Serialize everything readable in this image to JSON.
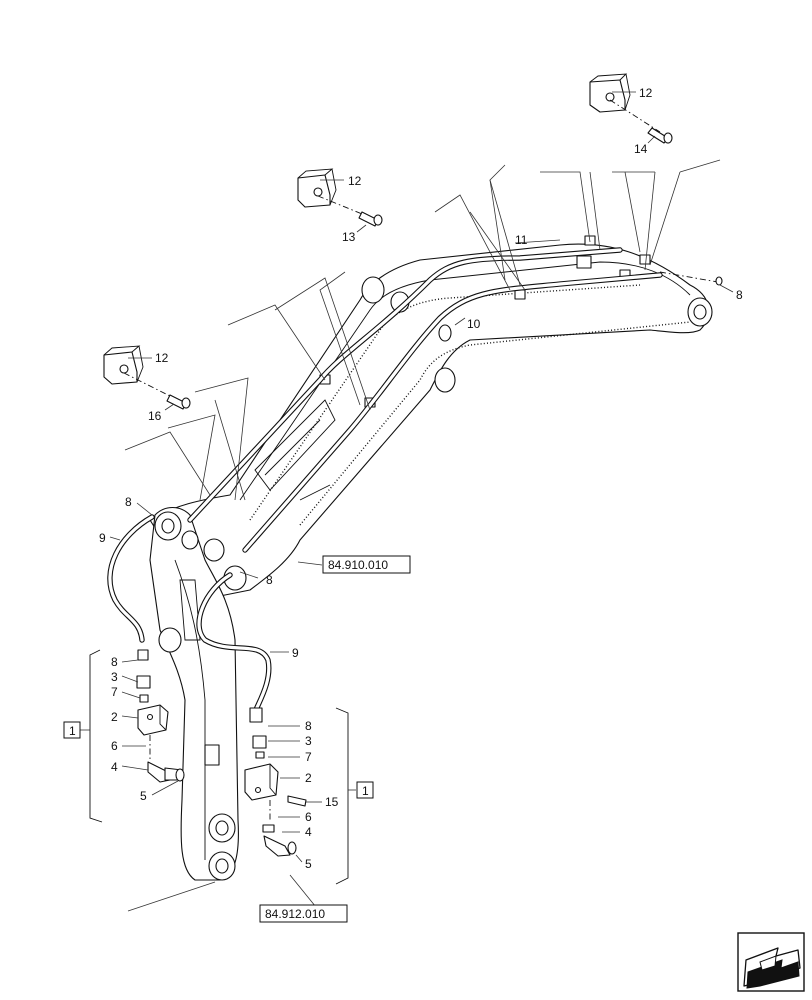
{
  "labels": {
    "l12a": "12",
    "l14": "14",
    "l12b": "12",
    "l13": "13",
    "l11": "11",
    "l8a": "8",
    "l10": "10",
    "l12c": "12",
    "l16": "16",
    "l8b": "8",
    "l9a": "9",
    "l8c": "8",
    "l9b": "9",
    "l8d": "8",
    "l3a": "3",
    "l7a": "7",
    "l2a": "2",
    "l6a": "6",
    "l4a": "4",
    "l5a": "5",
    "l8e": "8",
    "l3b": "3",
    "l7b": "7",
    "l2b": "2",
    "l15": "15",
    "l6b": "6",
    "l4b": "4",
    "l5b": "5"
  },
  "groups": {
    "g1a": "1",
    "g1b": "1"
  },
  "refs": {
    "r1": "84.910.010",
    "r2": "84.912.010"
  }
}
